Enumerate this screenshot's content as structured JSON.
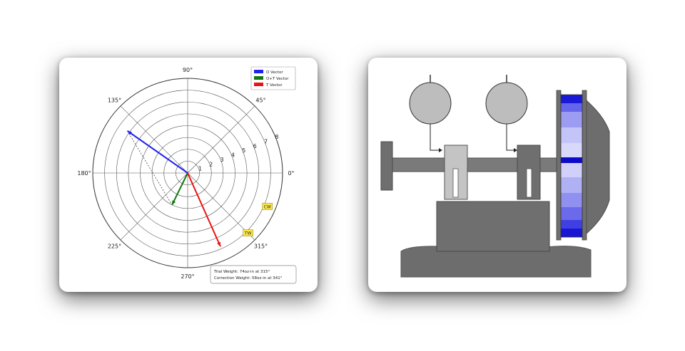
{
  "chart_data": {
    "type": "polar",
    "angle_ticks": [
      "0°",
      "45°",
      "90°",
      "135°",
      "180°",
      "225°",
      "270°",
      "315°"
    ],
    "angle_tick_degrees": [
      0,
      45,
      90,
      135,
      180,
      225,
      270,
      315
    ],
    "radial_ticks": [
      "1",
      "2",
      "3",
      "4",
      "5",
      "6",
      "7",
      "8"
    ],
    "radial_max": 8,
    "grid": true,
    "legend_position": "top-right",
    "series": [
      {
        "name": "O Vector",
        "color": "#2222ee",
        "angle": 145,
        "magnitude": 6.2
      },
      {
        "name": "O+T Vector",
        "color": "#117711",
        "angle": 244,
        "magnitude": 3.0
      },
      {
        "name": "T Vector",
        "color": "#ee1111",
        "angle": 294,
        "magnitude": 6.8
      }
    ],
    "tags": [
      {
        "text": "CW",
        "angle": 337,
        "magnitude": 7.3
      },
      {
        "text": "TW",
        "angle": 315,
        "magnitude": 7.2
      }
    ],
    "info_lines": [
      "Trial Weight: 74oz-in at 315°",
      "Correction Weight: 58oz-in at 341°"
    ]
  }
}
